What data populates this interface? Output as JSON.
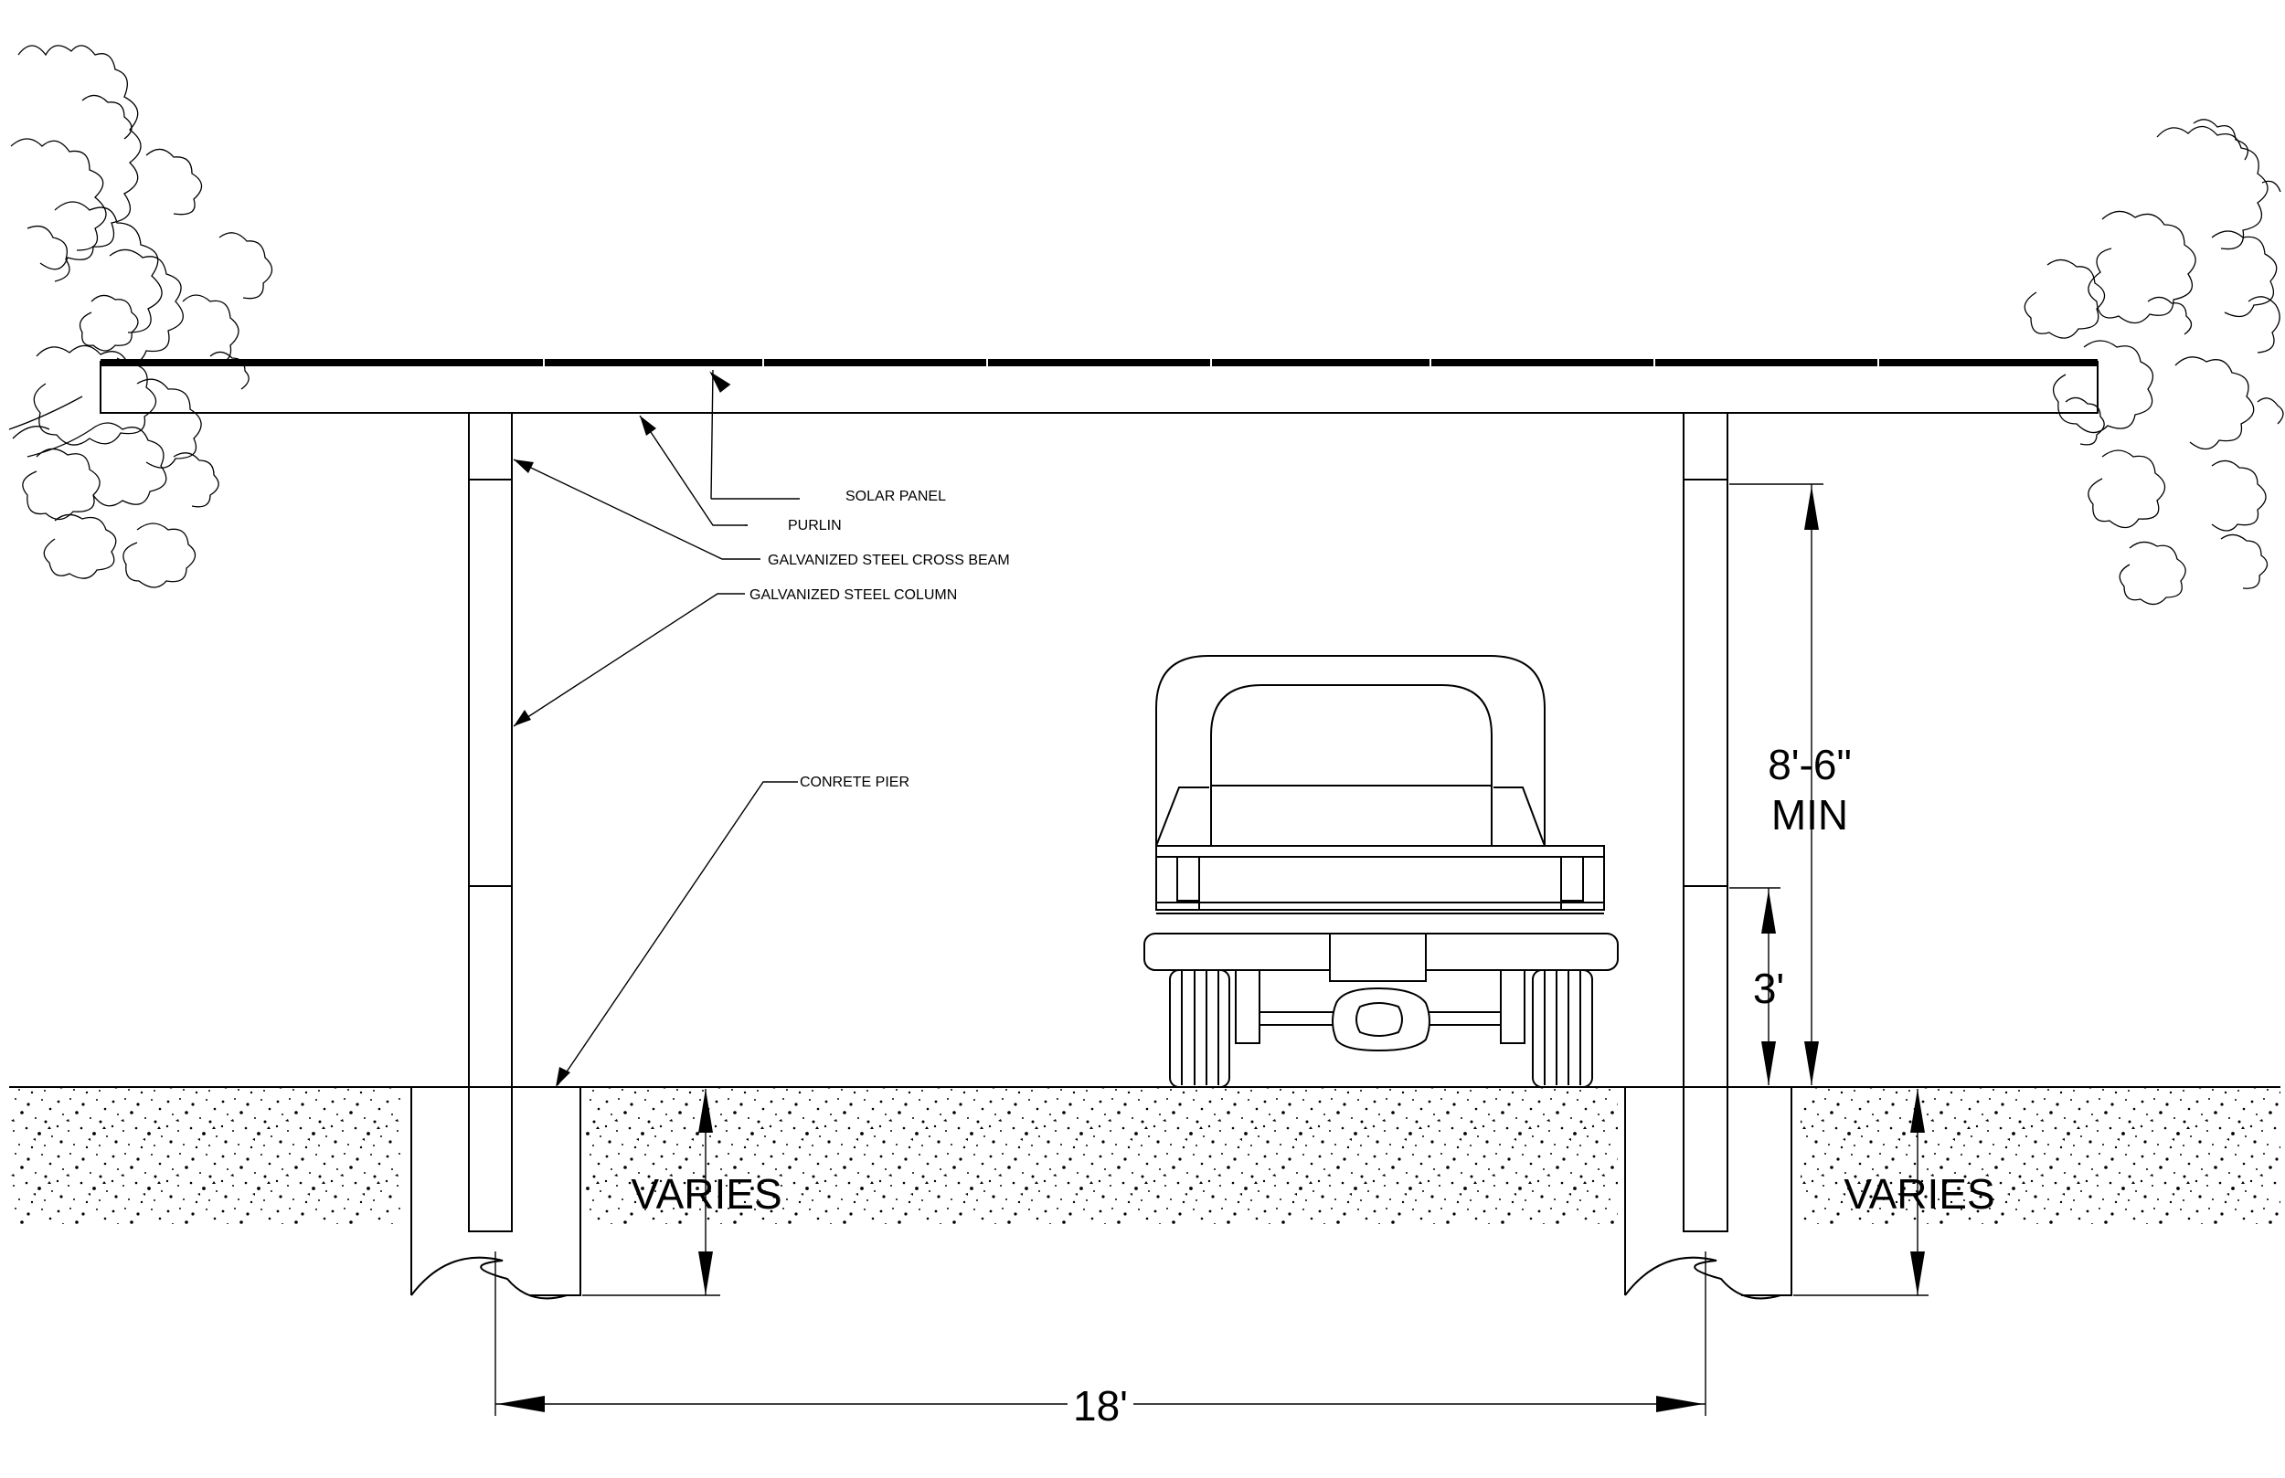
{
  "callouts": {
    "solar_panel": "SOLAR PANEL",
    "purlin": "PURLIN",
    "cross_beam": "GALVANIZED STEEL CROSS BEAM",
    "column": "GALVANIZED STEEL COLUMN",
    "pier": "CONRETE PIER"
  },
  "dimensions": {
    "clearance_line1": "8'-6\"",
    "clearance_line2": "MIN",
    "pier_height": "3'",
    "depth_left": "VARIES",
    "depth_right": "VARIES",
    "span": "18'"
  }
}
